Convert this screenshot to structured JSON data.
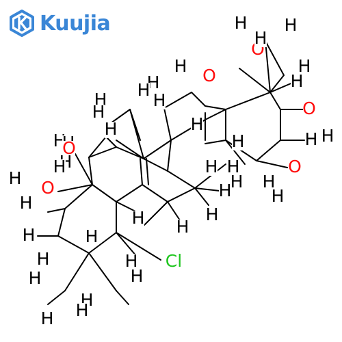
{
  "logo": {
    "brand_text": "Kuujia",
    "icon": "k-hexagon-logo-icon",
    "color": "#3a86d6"
  },
  "molecule": {
    "element_colors": {
      "H": "#000000",
      "O": "#ff0d0d",
      "Cl": "#1fc61f"
    },
    "atoms": [
      {
        "id": "H1",
        "el": "H"
      },
      {
        "id": "H2",
        "el": "H"
      },
      {
        "id": "O1",
        "el": "O"
      },
      {
        "id": "H3",
        "el": "H"
      },
      {
        "id": "O2",
        "el": "O"
      },
      {
        "id": "H4",
        "el": "H"
      },
      {
        "id": "H5",
        "el": "H"
      },
      {
        "id": "H6",
        "el": "H"
      },
      {
        "id": "H7",
        "el": "H"
      },
      {
        "id": "H8",
        "el": "H"
      },
      {
        "id": "O3",
        "el": "O"
      },
      {
        "id": "H9",
        "el": "H"
      },
      {
        "id": "H10",
        "el": "H"
      },
      {
        "id": "H11",
        "el": "H"
      },
      {
        "id": "H12",
        "el": "H"
      },
      {
        "id": "H13",
        "el": "H"
      },
      {
        "id": "H14",
        "el": "H"
      },
      {
        "id": "H15",
        "el": "H"
      },
      {
        "id": "H16",
        "el": "H"
      },
      {
        "id": "H17",
        "el": "H"
      },
      {
        "id": "O4",
        "el": "O"
      },
      {
        "id": "H18",
        "el": "H"
      },
      {
        "id": "H19",
        "el": "H"
      },
      {
        "id": "H20",
        "el": "H"
      },
      {
        "id": "O5",
        "el": "O"
      },
      {
        "id": "H21",
        "el": "H"
      },
      {
        "id": "H22",
        "el": "H"
      },
      {
        "id": "H23",
        "el": "H"
      },
      {
        "id": "H24",
        "el": "H"
      },
      {
        "id": "H25",
        "el": "H"
      },
      {
        "id": "H26",
        "el": "H"
      },
      {
        "id": "O6",
        "el": "O"
      },
      {
        "id": "H27",
        "el": "H"
      },
      {
        "id": "H28",
        "el": "H"
      },
      {
        "id": "H29",
        "el": "H"
      },
      {
        "id": "H30",
        "el": "H"
      },
      {
        "id": "H31",
        "el": "H"
      },
      {
        "id": "H32",
        "el": "H"
      },
      {
        "id": "Cl1",
        "el": "Cl"
      },
      {
        "id": "H33",
        "el": "H"
      },
      {
        "id": "H34",
        "el": "H"
      },
      {
        "id": "H35",
        "el": "H"
      },
      {
        "id": "H36",
        "el": "H"
      },
      {
        "id": "H37",
        "el": "H"
      },
      {
        "id": "H38",
        "el": "H"
      },
      {
        "id": "H39",
        "el": "H"
      },
      {
        "id": "H40",
        "el": "H"
      }
    ]
  }
}
